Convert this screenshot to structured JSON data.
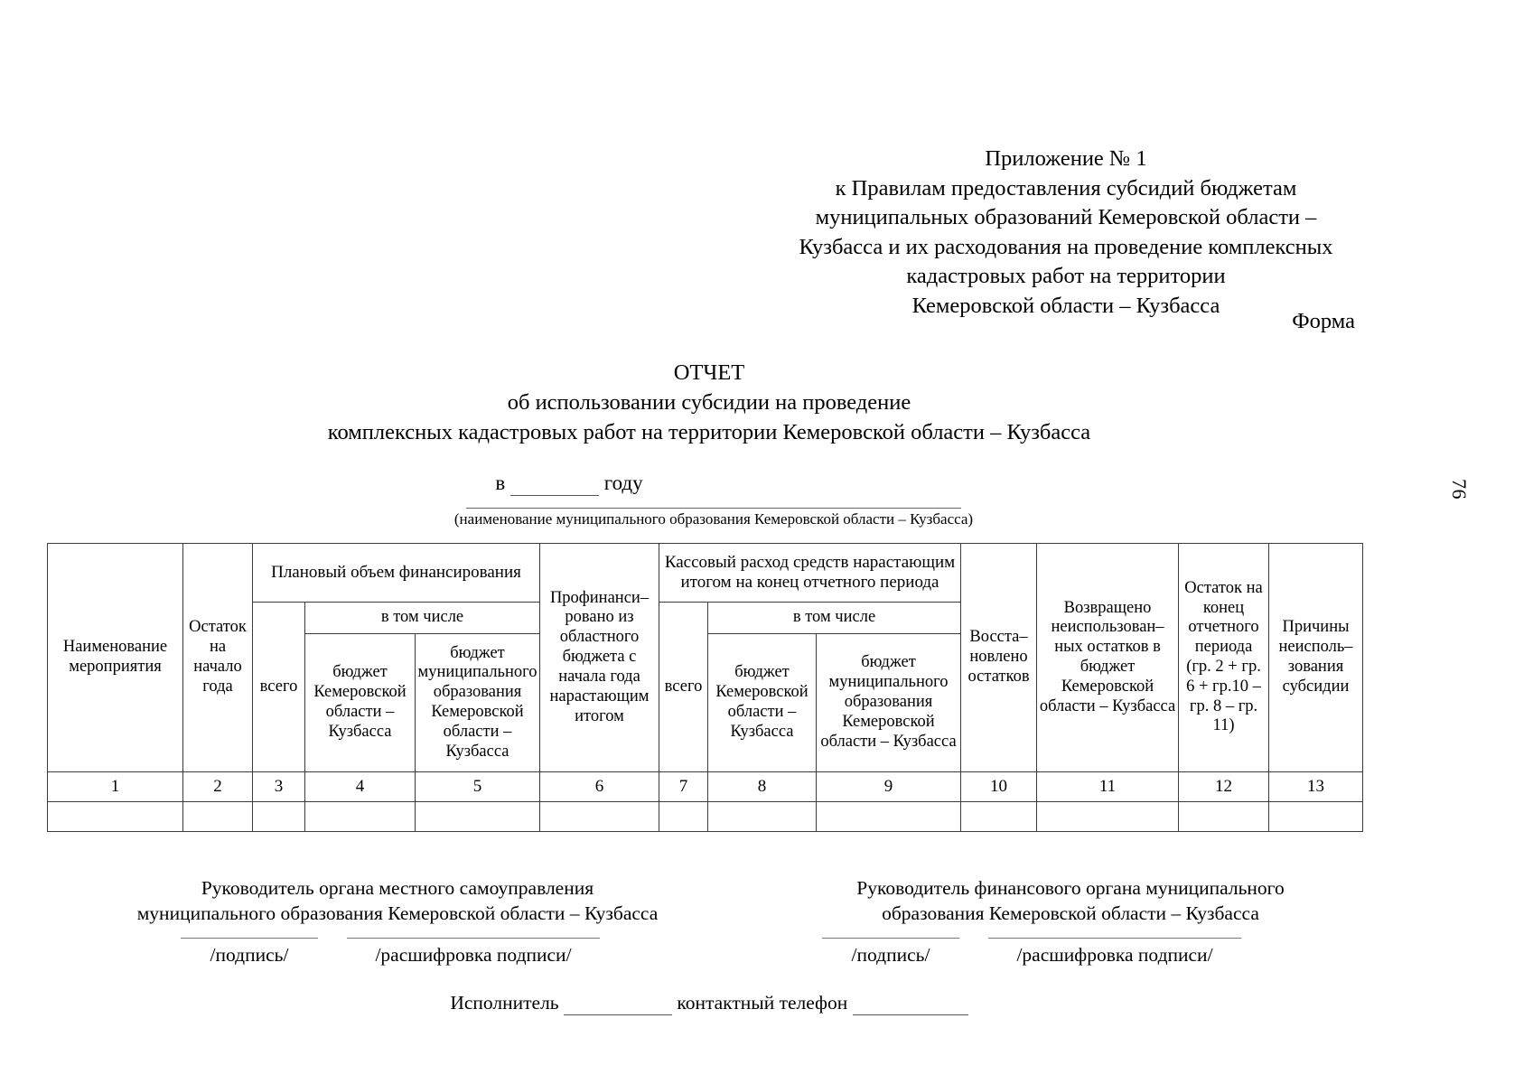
{
  "appendix": {
    "lines": [
      "Приложение № 1",
      "к Правилам предоставления субсидий бюджетам",
      "муниципальных образований Кемеровской области –",
      "Кузбасса и их расходования на проведение комплексных",
      "кадастровых работ на территории",
      "Кемеровской области – Кузбасса"
    ],
    "forma_label": "Форма"
  },
  "page_number": "76",
  "report": {
    "title": "ОТЧЕТ",
    "subtitle_line1": "об использовании субсидии на проведение",
    "subtitle_line2": "комплексных кадастровых работ на территории Кемеровской области – Кузбасса",
    "year_prefix": "в",
    "year_suffix": "году",
    "name_caption": "(наименование муниципального образования Кемеровской области – Кузбасса)"
  },
  "table": {
    "headers": {
      "col1": "Наименование мероприятия",
      "col2": "Остаток на начало года",
      "group_plan": "Плановый объем финансирования",
      "in_which_1": "в том числе",
      "col3": "всего",
      "col4": "бюджет Кемеровской области – Кузбасса",
      "col5": "бюджет муниципального образования Кемеровской области – Кузбасса",
      "col6": "Профинанси–ровано из областного бюджета с начала года нарастающим итогом",
      "group_cash": "Кассовый расход средств нарастающим итогом на конец отчетного периода",
      "in_which_2": "в том числе",
      "col7": "всего",
      "col8": "бюджет Кемеровской области – Кузбасса",
      "col9": "бюджет муниципального образования Кемеровской области – Кузбасса",
      "col10": "Восста–новлено остатков",
      "col11": "Возвращено неиспользован–ных остатков в бюджет Кемеровской области – Кузбасса",
      "col12": "Остаток на конец отчетного периода (гр. 2 + гр. 6 + гр.10 – гр. 8 – гр. 11)",
      "col13": "Причины неисполь–зования субсидии"
    },
    "numbers": [
      "1",
      "2",
      "3",
      "4",
      "5",
      "6",
      "7",
      "8",
      "9",
      "10",
      "11",
      "12",
      "13"
    ],
    "empty_row": [
      "",
      "",
      "",
      "",
      "",
      "",
      "",
      "",
      "",
      "",
      "",
      "",
      ""
    ]
  },
  "signatures": {
    "left": {
      "line1": "Руководитель органа местного самоуправления",
      "line2": "муниципального образования Кемеровской области – Кузбасса",
      "sign_label": "/подпись/",
      "decode_label": "/расшифровка подписи/"
    },
    "right": {
      "line1": "Руководитель финансового органа муниципального",
      "line2": "образования Кемеровской области – Кузбасса",
      "sign_label": "/подпись/",
      "decode_label": "/расшифровка подписи/"
    }
  },
  "executor": {
    "label": "Исполнитель",
    "phone_label": "контактный телефон"
  }
}
